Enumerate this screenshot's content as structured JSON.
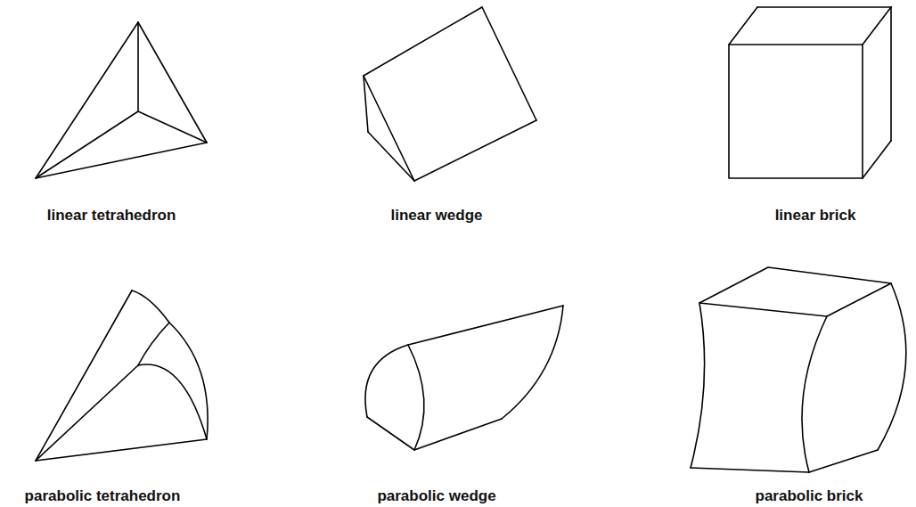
{
  "diagram": {
    "labels": [
      "linear tetrahedron",
      "linear wedge",
      "linear brick",
      "parabolic tetrahedron",
      "parabolic wedge",
      "parabolic brick"
    ]
  }
}
